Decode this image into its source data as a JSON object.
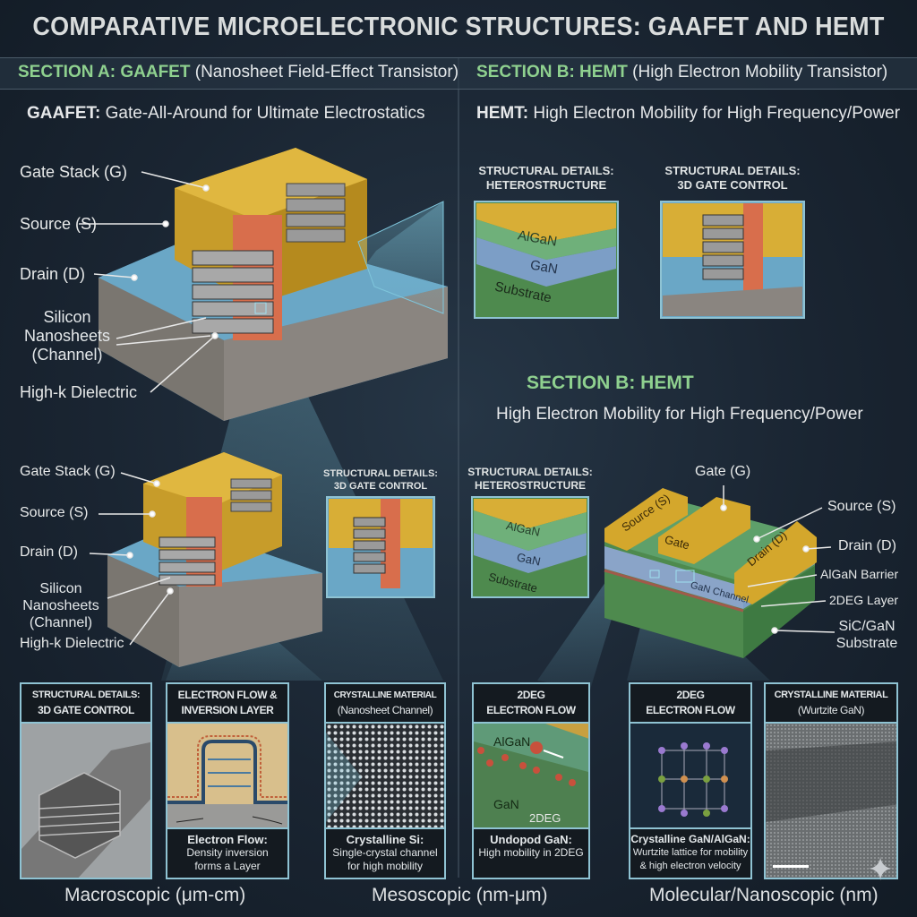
{
  "title": "COMPARATIVE MICROELECTRONIC STRUCTURES: GAAFET AND HEMT",
  "section_a": {
    "label": "SECTION A: GAAFET",
    "desc": "(Nanosheet Field-Effect Transistor)",
    "subtitle_bold": "GAAFET:",
    "subtitle": "Gate-All-Around for Ultimate Electrostatics",
    "labels_top": [
      "Gate Stack (G)",
      "Source (S)",
      "Drain (D)",
      "Silicon",
      "Nanosheets",
      "(Channel)",
      "High-k Dielectric"
    ],
    "labels_mid": [
      "Gate Stack (G)",
      "Source (S)",
      "Drain (D)",
      "Silicon",
      "Nanosheets",
      "(Channel)",
      "High-k Dielectric"
    ],
    "inset_header": [
      "STRUCTURAL DETAILS:",
      "3D GATE CONTROL"
    ]
  },
  "section_b": {
    "label": "SECTION B: HEMT",
    "desc": "(High Electron Mobility Transistor)",
    "subtitle_bold": "HEMT:",
    "subtitle": "High Electron Mobility for High Frequency/Power",
    "inset1_header": [
      "STRUCTURAL DETAILS:",
      "HETEROSTRUCTURE"
    ],
    "inset1_layers": [
      "AlGaN",
      "GaN",
      "Substrate"
    ],
    "inset2_header": [
      "STRUCTURAL DETAILS:",
      "3D GATE CONTROL"
    ],
    "mid_label": "SECTION B: HEMT",
    "mid_subtitle": "High Electron Mobility for High Frequency/Power",
    "inset3_header": [
      "STRUCTURAL DETAILS:",
      "HETEROSTRUCTURE"
    ],
    "inset3_layers": [
      "AlGaN",
      "GaN",
      "Substrate"
    ],
    "device_text": {
      "source": "Source (S)",
      "gate": "Gate",
      "drain": "Drain (D)",
      "channel": "GaN Channel"
    },
    "labels": [
      "Gate (G)",
      "Source (S)",
      "Drain (D)",
      "AlGaN Barrier",
      "2DEG Layer",
      "SiC/GaN",
      "Substrate"
    ]
  },
  "panels": [
    {
      "header": [
        "STRUCTURAL DETAILS:",
        "3D GATE CONTROL"
      ]
    },
    {
      "header": [
        "ELECTRON FLOW &",
        "INVERSION LAYER"
      ],
      "caption_bold": "Electron Flow:",
      "caption": [
        "Density inversion",
        "forms a Layer"
      ]
    },
    {
      "header": [
        "CRYSTALLINE MATERIAL",
        "(Nanosheet Channel)"
      ],
      "caption_bold": "Crystalline Si:",
      "caption": [
        "Single-crystal channel",
        "for high mobility"
      ]
    },
    {
      "header": [
        "2DEG",
        "ELECTRON FLOW"
      ],
      "inner": [
        "AlGaN",
        "GaN",
        "2DEG"
      ],
      "caption_bold": "Undopod GaN:",
      "caption": [
        "High mobility in 2DEG"
      ]
    },
    {
      "header": [
        "2DEG",
        "ELECTRON FLOW"
      ],
      "caption_bold": "Crystalline GaN/AlGaN:",
      "caption": [
        "Wurtzite lattice for mobility",
        "& high electron velocity"
      ]
    },
    {
      "header": [
        "CRYSTALLINE MATERIAL",
        "(Wurtzite GaN)"
      ]
    }
  ],
  "scales": [
    "Macroscopic (μm-cm)",
    "Mesoscopic (nm-μm)",
    "Molecular/Nanoscopic (nm)"
  ],
  "colors": {
    "accent_green": "#8fd18f",
    "gate_yellow": "#d4a72c",
    "panel_border": "#8fc3d3",
    "bg": "#1a2532"
  }
}
